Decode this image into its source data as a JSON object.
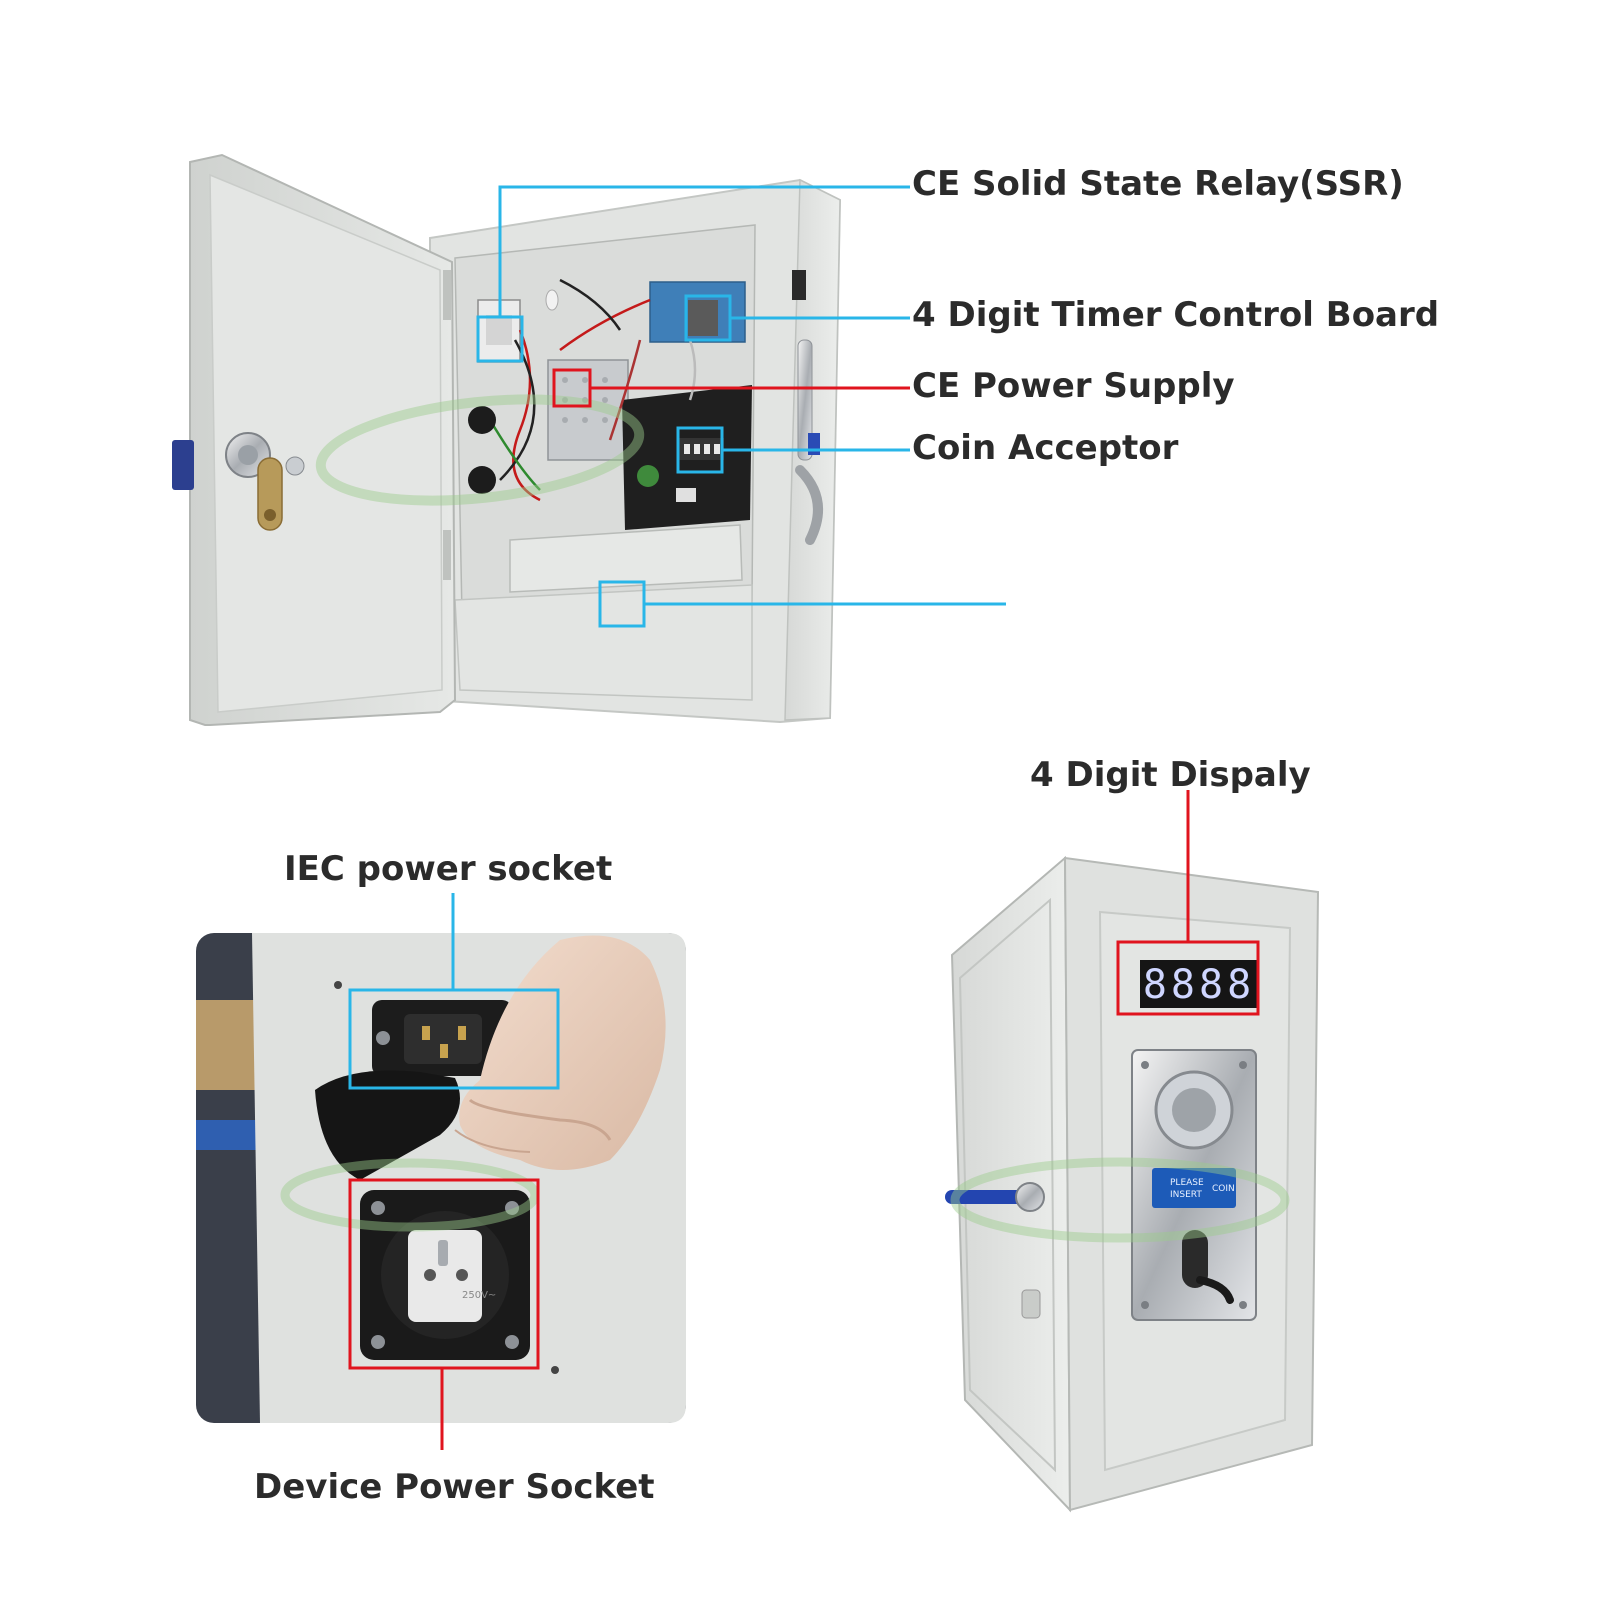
{
  "labels": {
    "ssr": "CE Solid State Relay(SSR)",
    "timer_board": "4 Digit Timer Control Board",
    "power_supply": "CE Power Supply",
    "coin_acceptor": "Coin Acceptor",
    "digit_display": "4 Digit Dispaly",
    "iec_socket": "IEC power socket",
    "device_socket": "Device Power Socket"
  },
  "display_digits": "8888",
  "coin_plate_text": {
    "line1": "PLEASE",
    "line2": "INSERT",
    "line3": "COIN"
  },
  "socket_marking": "250V~",
  "colors": {
    "callout_cyan": "#29b6e8",
    "callout_red": "#e0141e",
    "cabinet_grey": "#dcdfdc",
    "cabinet_shadow": "#b8bbb8",
    "label_text": "#2b2b2b",
    "watermark_green": "#9ccc8c"
  }
}
